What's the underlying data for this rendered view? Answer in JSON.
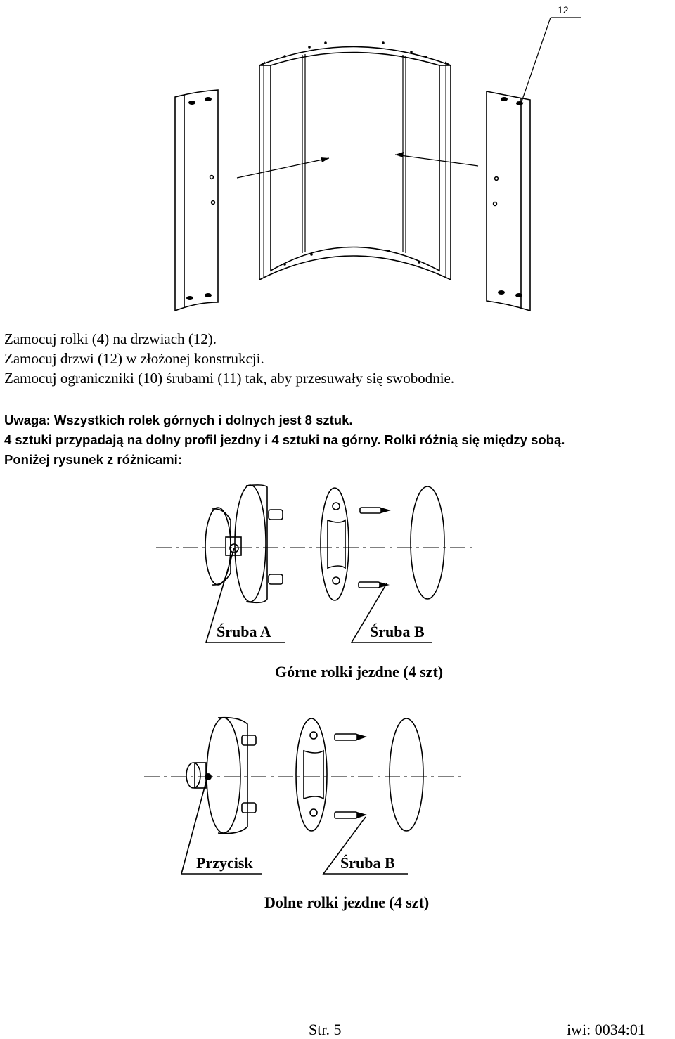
{
  "diagram_top": {
    "callout_number": "12"
  },
  "instructions": {
    "line1": "Zamocuj rolki (4) na drzwiach (12).",
    "line2": "Zamocuj drzwi (12) w złożonej  konstrukcji.",
    "line3": "Zamocuj ograniczniki (10) śrubami (11) tak, aby przesuwały się swobodnie."
  },
  "note": {
    "line1": "Uwaga: Wszystkich rolek górnych i dolnych jest 8 sztuk.",
    "line2": "4 sztuki przypadają na dolny profil jezdny i 4 sztuki na górny. Rolki różnią się między sobą.",
    "line3": "Poniżej rysunek z różnicami:"
  },
  "upper_rollers": {
    "label_a": "Śruba A",
    "label_b": "Śruba B",
    "caption": "Górne rolki jezdne (4 szt)"
  },
  "lower_rollers": {
    "label_a": "Przycisk",
    "label_b": "Śruba B",
    "caption": "Dolne rolki jezdne (4 szt)"
  },
  "footer": {
    "page": "Str. 5",
    "code": "iwi: 0034:01"
  }
}
